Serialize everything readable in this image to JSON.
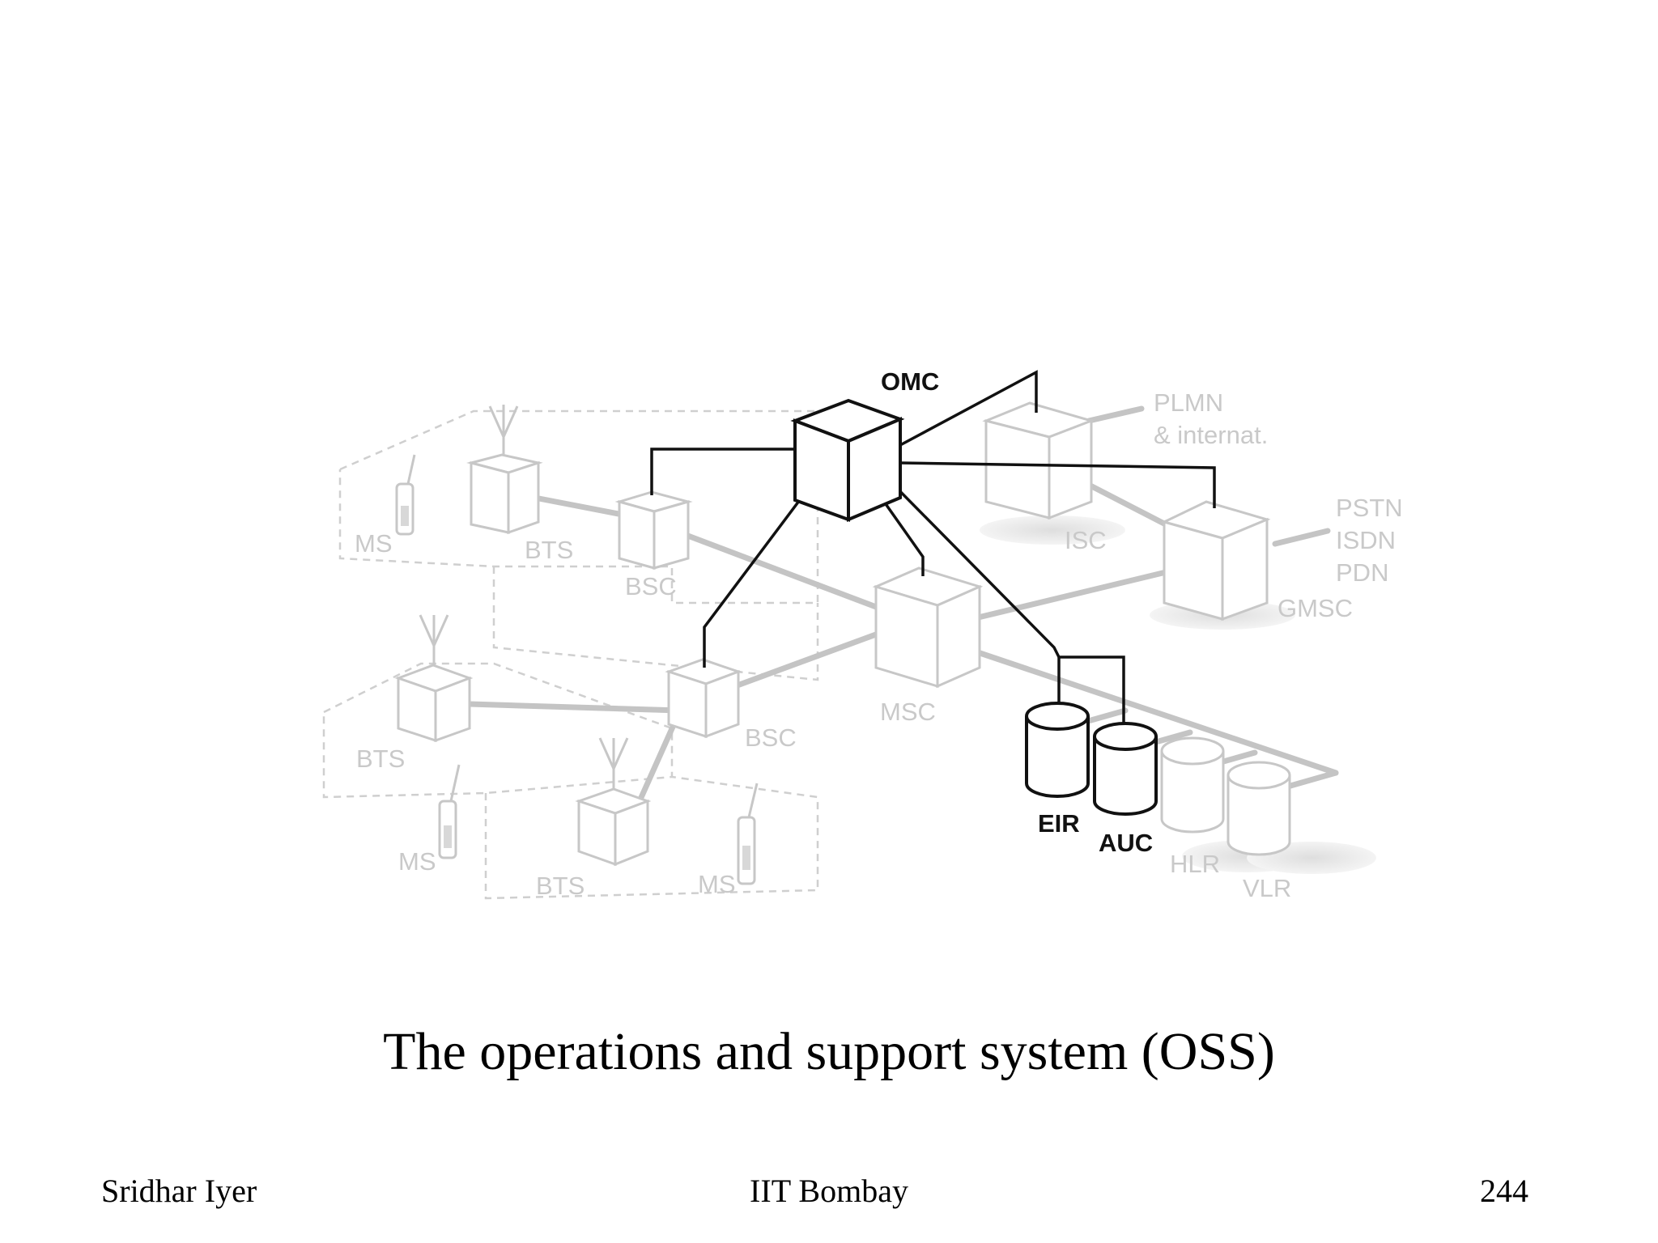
{
  "diagram": {
    "nodes": {
      "omc": "OMC",
      "isc": "ISC",
      "gmsc": "GMSC",
      "msc": "MSC",
      "bsc_top": "BSC",
      "bsc_mid": "BSC",
      "bts_top": "BTS",
      "bts_mid": "BTS",
      "bts_bottom": "BTS",
      "ms_top": "MS",
      "ms_mid": "MS",
      "ms_bottom": "MS",
      "eir": "EIR",
      "auc": "AUC",
      "hlr": "HLR",
      "vlr": "VLR"
    },
    "external": {
      "plmn_line1": "PLMN",
      "plmn_line2": "& internat.",
      "pstn": "PSTN",
      "isdn": "ISDN",
      "pdn": "PDN"
    }
  },
  "caption": "The operations and support system (OSS)",
  "footer": {
    "author": "Sridhar Iyer",
    "institution": "IIT Bombay",
    "page_number": "244"
  }
}
